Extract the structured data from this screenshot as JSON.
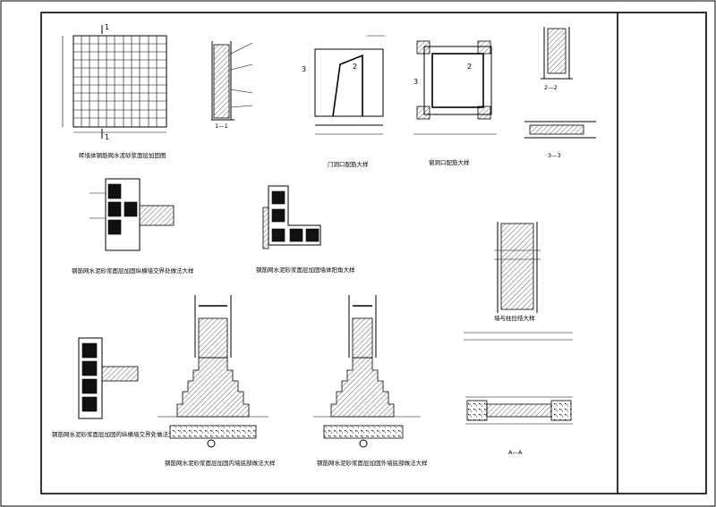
{
  "details": {
    "grid_mesh": {
      "caption": "砖墙体钢筋网水泥砂浆面层加固图",
      "label_1": "1"
    },
    "section_1_1": {
      "caption": "1—1",
      "label": "1"
    },
    "door_opening": {
      "caption": "门洞口配筋大样",
      "label_2": "2",
      "label_3": "3"
    },
    "window_opening": {
      "caption": "窗洞口配筋大样",
      "label_2": "2",
      "label_3": "3"
    },
    "section_2_2": {
      "caption": "2—2"
    },
    "section_3_3": {
      "caption": "3—3"
    },
    "cross_wall": {
      "caption": "钢筋网水泥砂浆面层加固纵横墙交界处做法大样"
    },
    "corner_wall": {
      "caption": "钢筋网水泥砂浆面层加固墙体阳角大样"
    },
    "column_wall": {
      "caption": "墙与柱拉结大样"
    },
    "wall_slab": {
      "caption": "钢筋网水泥砂浆面层加固的纵横墙交界处做法大样"
    },
    "inner_foundation": {
      "caption": "钢筋网水泥砂浆面层加固内墙底部做法大样"
    },
    "outer_foundation": {
      "caption": "钢筋网水泥砂浆面层加固外墙底部做法大样"
    },
    "section_a_a": {
      "caption": "A—A",
      "label": "A"
    }
  }
}
